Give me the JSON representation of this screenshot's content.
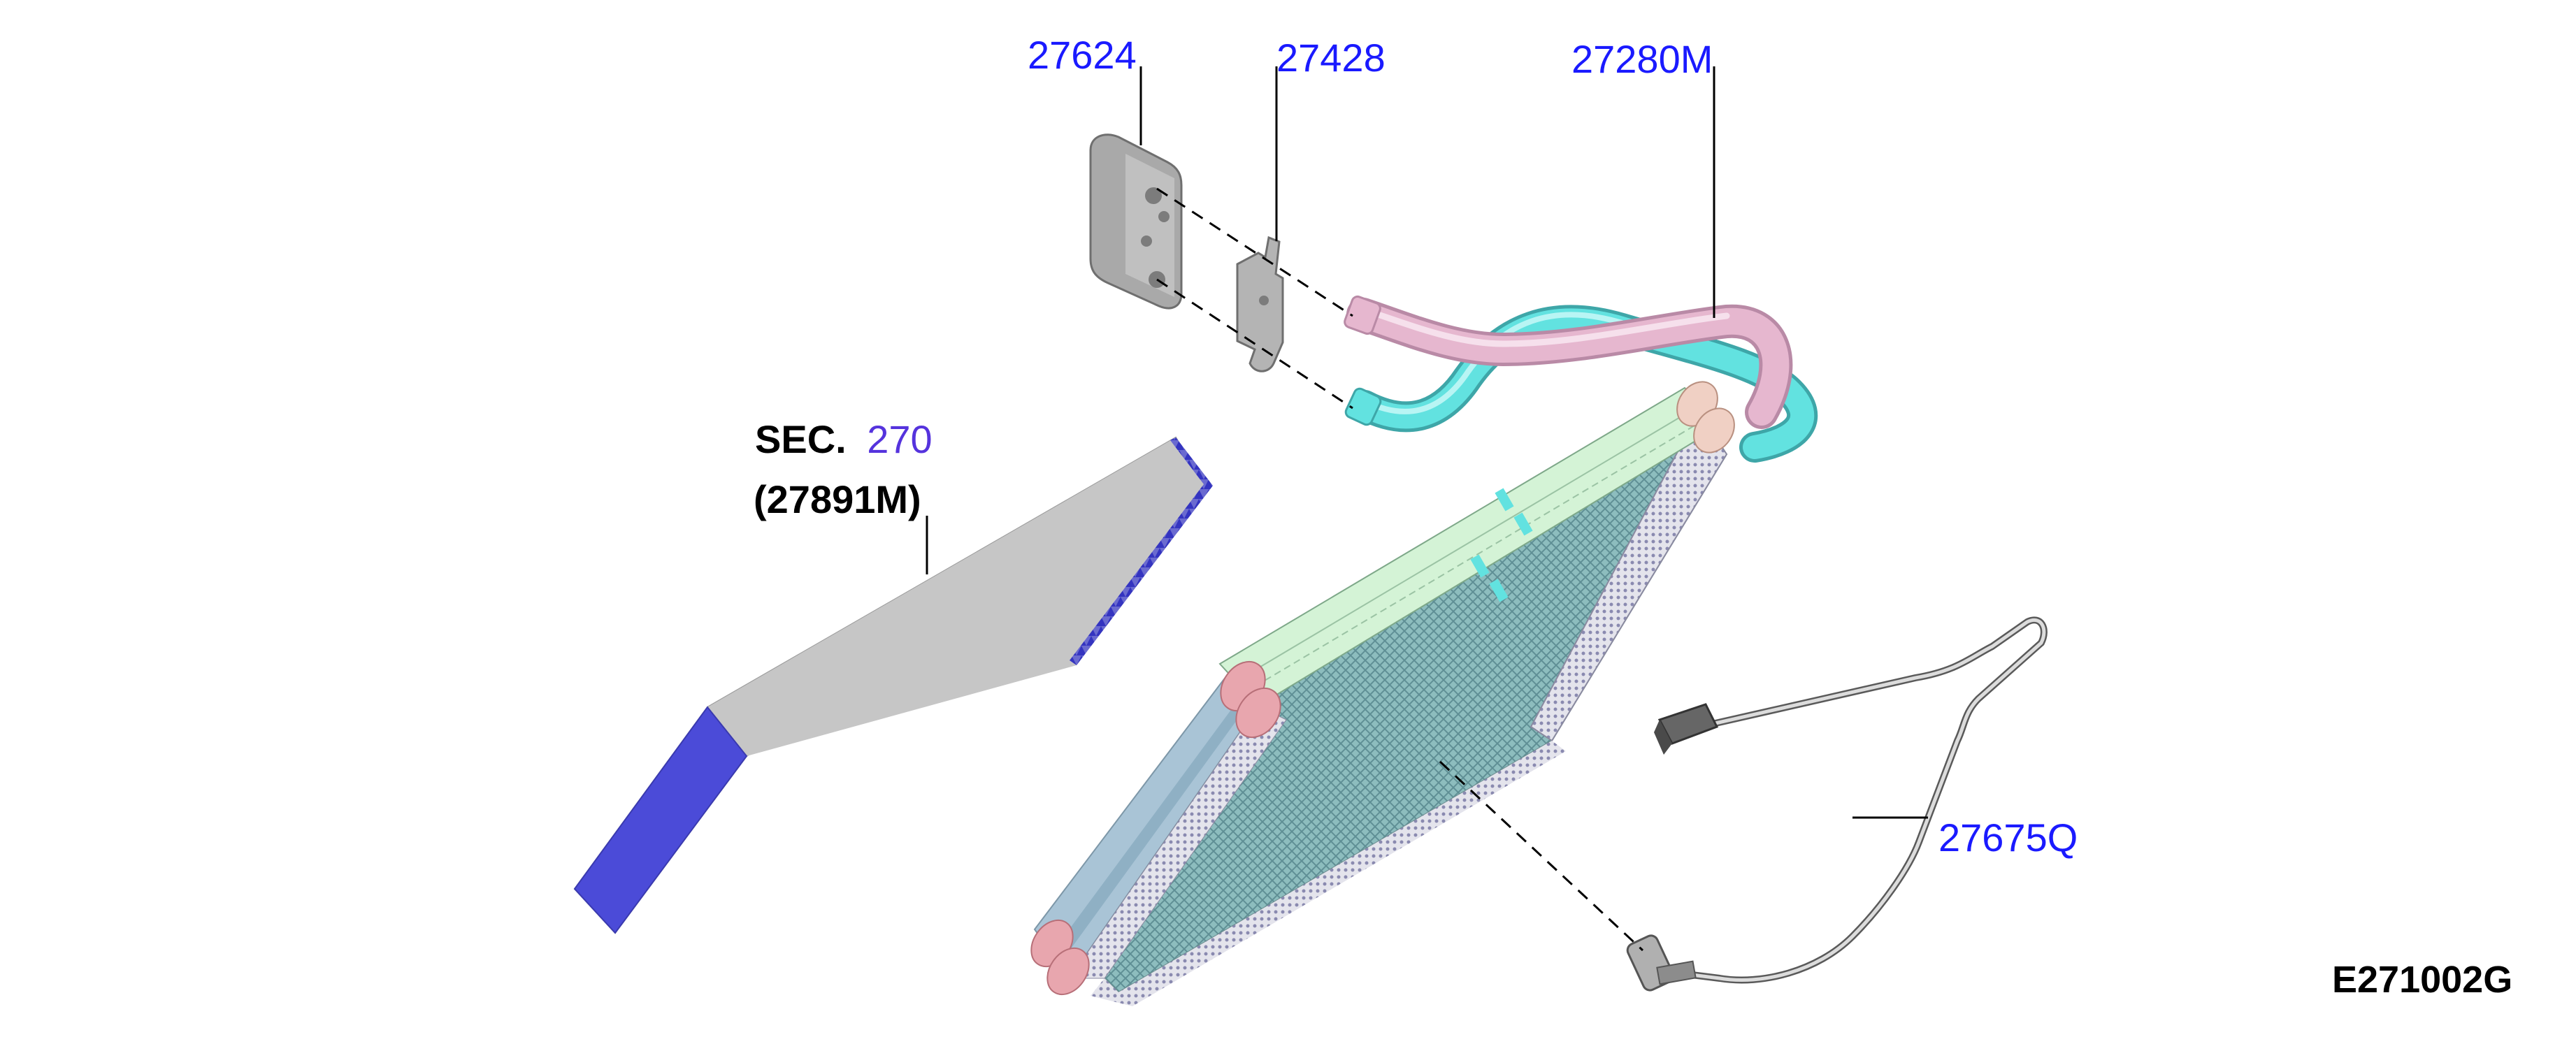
{
  "colors": {
    "callout": "#1a1aff",
    "sec_ref": "#5533dd",
    "filter_edge": "#4b4bd8",
    "filter_face": "#c2c2c2",
    "core_top": "#d4f3d6",
    "core_side": "#a9c4d6",
    "core_mesh": "#7fb2b3",
    "pipe_pink": "#e6b7cf",
    "pipe_cyan": "#62e2e0",
    "tank_pink": "#e8a6ae",
    "block_gray": "#a9a9a9",
    "leader": "#000000"
  },
  "callouts": {
    "block_gasket": "27624",
    "bracket": "27428",
    "pipe_assembly": "27280M",
    "sensor": "27675Q"
  },
  "sec_ref": {
    "prefix": "SEC.",
    "number": "270",
    "part": "(27891M)"
  },
  "diagram_code": "E271002G"
}
